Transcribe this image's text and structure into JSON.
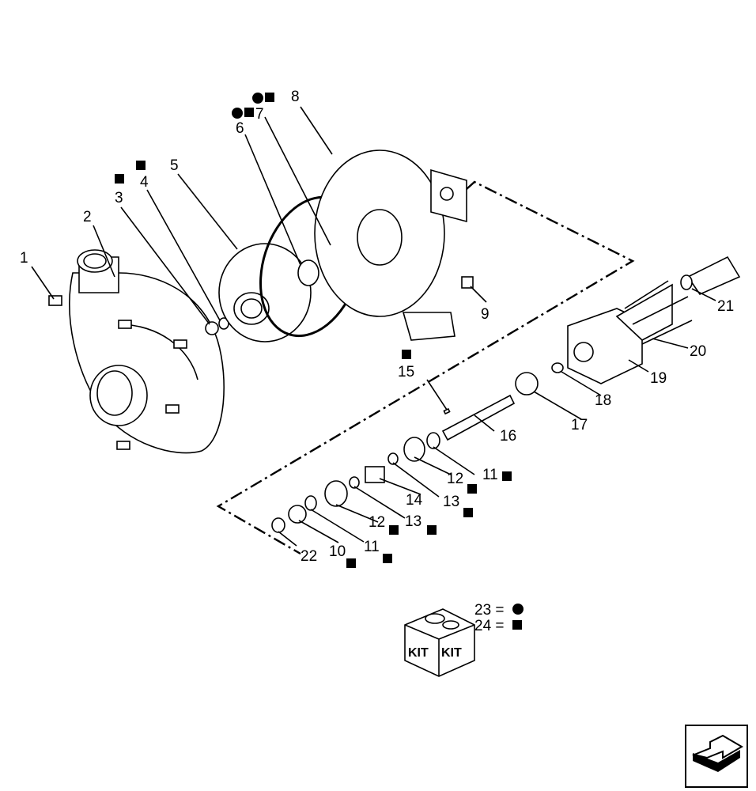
{
  "callouts": [
    {
      "id": "c1",
      "text": "1"
    },
    {
      "id": "c2",
      "text": "2"
    },
    {
      "id": "c3",
      "text": "3"
    },
    {
      "id": "c4",
      "text": "4"
    },
    {
      "id": "c5",
      "text": "5"
    },
    {
      "id": "c6",
      "text": "6"
    },
    {
      "id": "c7",
      "text": "7"
    },
    {
      "id": "c8",
      "text": "8"
    },
    {
      "id": "c9",
      "text": "9"
    },
    {
      "id": "c10",
      "text": "10"
    },
    {
      "id": "c11a",
      "text": "11"
    },
    {
      "id": "c11b",
      "text": "11"
    },
    {
      "id": "c12a",
      "text": "12"
    },
    {
      "id": "c12b",
      "text": "12"
    },
    {
      "id": "c13a",
      "text": "13"
    },
    {
      "id": "c13b",
      "text": "13"
    },
    {
      "id": "c14",
      "text": "14"
    },
    {
      "id": "c15",
      "text": "15"
    },
    {
      "id": "c16",
      "text": "16"
    },
    {
      "id": "c17",
      "text": "17"
    },
    {
      "id": "c18",
      "text": "18"
    },
    {
      "id": "c19",
      "text": "19"
    },
    {
      "id": "c20",
      "text": "20"
    },
    {
      "id": "c21",
      "text": "21"
    },
    {
      "id": "c22",
      "text": "22"
    }
  ],
  "legend": {
    "kit_label": "KIT",
    "line23": "23 =",
    "line24": "24 =",
    "symbol23": "circle",
    "symbol24": "square"
  },
  "nav": {
    "icon": "next-page-arrow-icon"
  }
}
